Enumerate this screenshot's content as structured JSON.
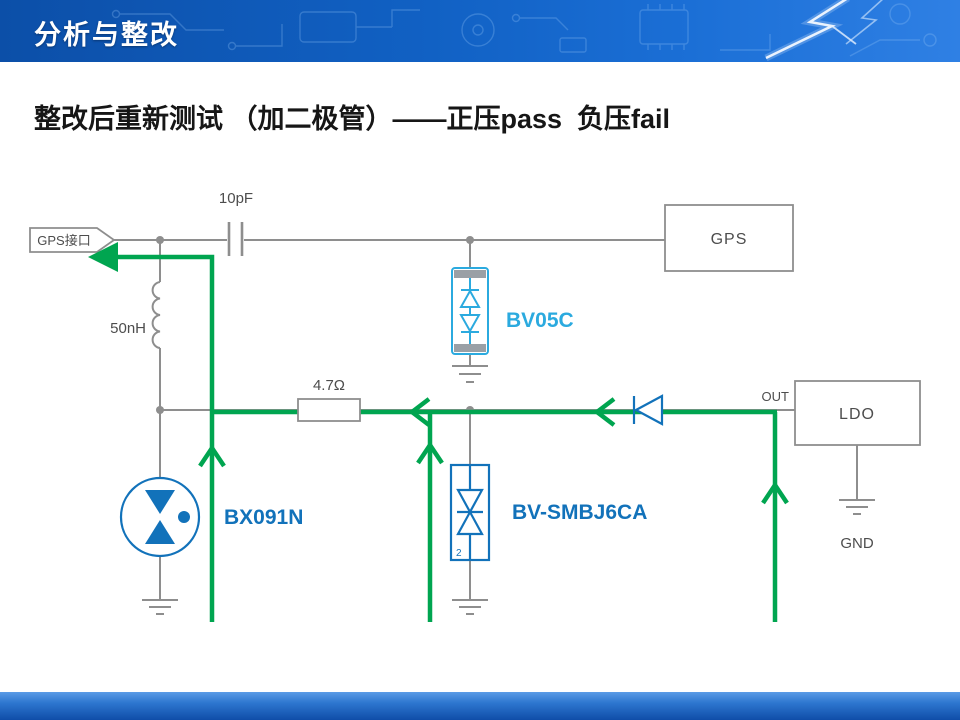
{
  "header": {
    "title": "分析与整改"
  },
  "subtitle": "整改后重新测试 （加二极管）——正压pass  负压fail",
  "circuit": {
    "labels": {
      "port": "GPS接口",
      "capacitor": "10pF",
      "gps": "GPS",
      "tvs_top": "BV05C",
      "inductor": "50nH",
      "resistor": "4.7Ω",
      "out": "OUT",
      "ldo": "LDO",
      "esd": "BX091N",
      "tvs_main": "BV-SMBJ6CA",
      "gnd": "GND",
      "pin2": "2"
    },
    "colors": {
      "wire": "#8e8e8e",
      "green": "#00A550",
      "blue": "#1272BA",
      "cyan": "#2BAADF",
      "text": "#4d4d4d"
    }
  }
}
